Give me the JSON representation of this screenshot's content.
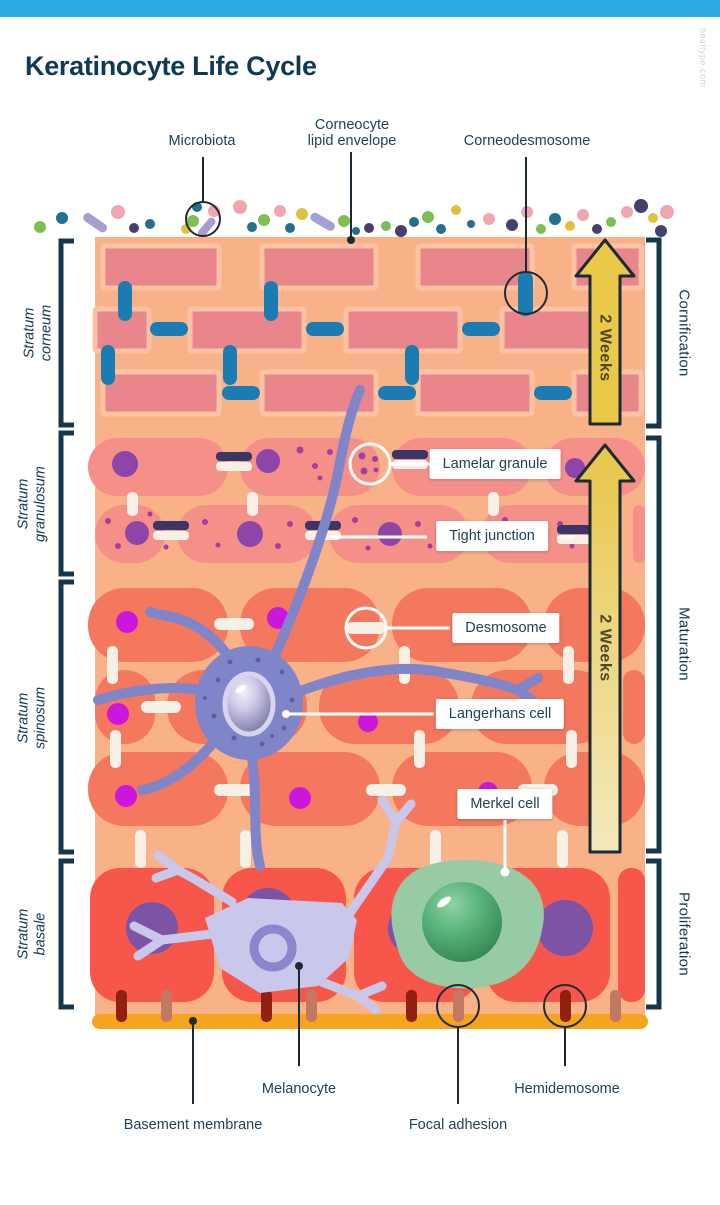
{
  "header": {
    "title": "Keratinocyte Life Cycle",
    "watermark": "healtype.com"
  },
  "top_labels": {
    "microbiota": "Microbiota",
    "corneocyte_lipid_envelope": "Corneocyte\nlipid envelope",
    "corneodesmosome": "Corneodesmosome"
  },
  "strata": {
    "corneum": "Stratum\ncorneum",
    "granulosum": "Stratum\ngranulosum",
    "spinosum": "Stratum\nspinosum",
    "basale": "Stratum\nbasale"
  },
  "phases": {
    "cornification": "Cornification",
    "maturation": "Maturation",
    "proliferation": "Proliferation"
  },
  "arrows": {
    "cornification_duration": "2 Weeks",
    "maturation_duration": "2 Weeks"
  },
  "callouts": {
    "lamelar_granule": "Lamelar granule",
    "tight_junction": "Tight junction",
    "desmosome": "Desmosome",
    "langerhans_cell": "Langerhans cell",
    "merkel_cell": "Merkel cell"
  },
  "bottom_labels": {
    "melanocyte": "Melanocyte",
    "basement_membrane": "Basement membrane",
    "focal_adhesion": "Focal adhesion",
    "hemidemosome": "Hemidemosome"
  },
  "colors": {
    "header_bar": "#2BA9E1",
    "title_navy": "#0E3A55",
    "label_navy": "#1E4257",
    "bracket_navy": "#16384E",
    "epidermis_peach": "#F9B188",
    "corneocyte_brick": "#E8868B",
    "brick_outline": "#FBC3A4",
    "corneodesmosome_blue": "#1B7CB4",
    "granulosum_cell": "#F59089",
    "granulosum_nucleus": "#8E44A8",
    "spinosum_cell": "#F4785E",
    "spinosum_nucleus": "#CB16DD",
    "basale_cell": "#F7574B",
    "basale_nucleus": "#7C53A5",
    "langerhans_purple": "#8084C9",
    "melanocyte_lavender": "#C9C7EA",
    "merkel_green": "#97CBA4",
    "basement_membrane_orange": "#F4A41D",
    "hemidesmosome_dark_red": "#8F2012",
    "focal_adhesion_light_red": "#C07A63",
    "arrow_yellow": "#EAC948",
    "white_connector": "#F6F0E6",
    "tight_junction_navy": "#3C3668"
  }
}
